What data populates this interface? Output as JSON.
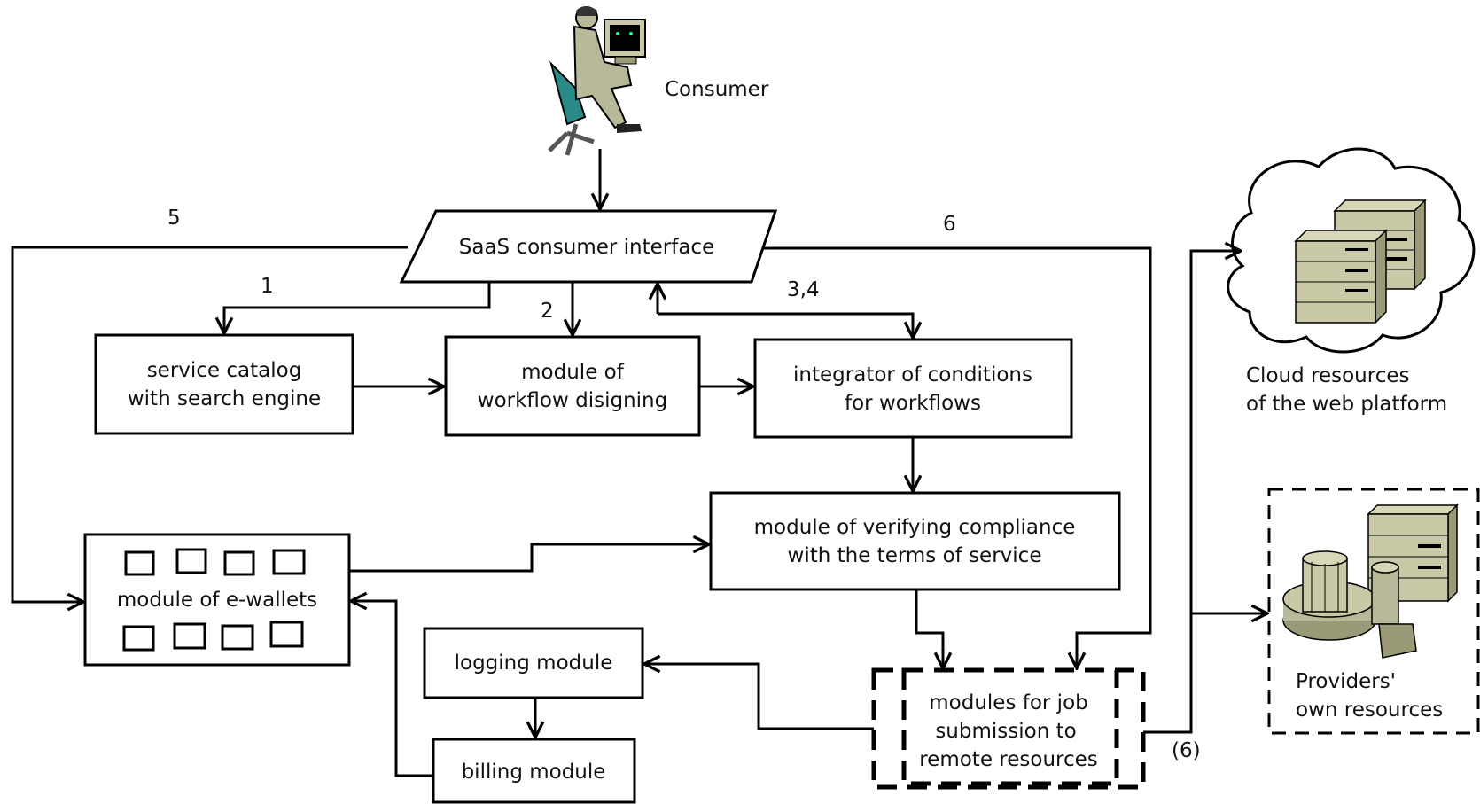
{
  "actors": {
    "consumer": "Consumer",
    "cloud_resources": [
      "Cloud resources",
      "of the web platform"
    ],
    "providers_resources": [
      "Providers'",
      "own resources"
    ]
  },
  "nodes": {
    "saas_interface": "SaaS consumer interface",
    "service_catalog": [
      "service catalog",
      "with search engine"
    ],
    "workflow_module": [
      "module of",
      "workflow disigning"
    ],
    "integrator": [
      "integrator of conditions",
      "for workflows"
    ],
    "verifier": [
      "module of verifying compliance",
      "with the terms of service"
    ],
    "ewallets": "module of e-wallets",
    "logging": "logging module",
    "billing": "billing module",
    "job_submission": [
      "modules for job",
      "submission to",
      "remote resources"
    ]
  },
  "edge_labels": {
    "e1": "1",
    "e2": "2",
    "e34": "3,4",
    "e5": "5",
    "e6": "6",
    "e6b": "(6)"
  },
  "colors": {
    "line": "#000000",
    "server_face": "#c9c9a8",
    "server_side": "#9a9a78",
    "chair": "#2a8a88",
    "person": "#b8b89a"
  }
}
